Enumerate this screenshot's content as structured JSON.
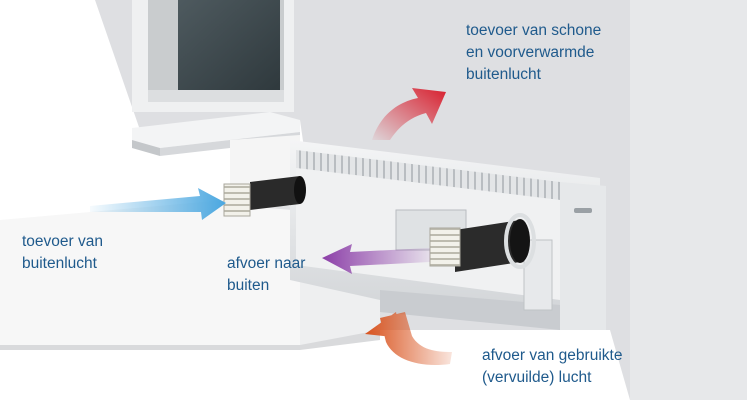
{
  "labels": {
    "supply_clean": {
      "line1": "toevoer van schone",
      "line2": "en voorverwarmde",
      "line3": "buitenlucht"
    },
    "supply_outside": {
      "line1": "toevoer van",
      "line2": "buitenlucht"
    },
    "exhaust_outside": {
      "line1": "afvoer naar",
      "line2": "buiten"
    },
    "exhaust_used": {
      "line1": "afvoer van gebruikte",
      "line2": "(vervuilde) lucht"
    }
  },
  "colors": {
    "label_text": "#1f5a8c",
    "arrow_fresh_air": "#4aa7e0",
    "arrow_heated_air": "#d81f2e",
    "arrow_exhaust_outside": "#8c3fa8",
    "arrow_used_air": "#d9531e"
  }
}
